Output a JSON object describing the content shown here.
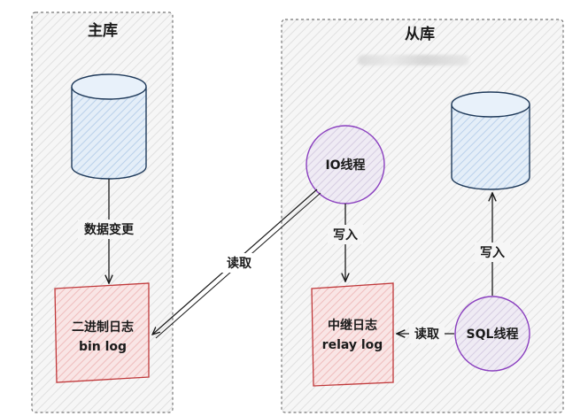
{
  "master": {
    "title": "主库",
    "edge_label": "数据变更",
    "binlog_line1": "二进制日志",
    "binlog_line2": "bin log"
  },
  "slave": {
    "title": "从库",
    "io_thread": "IO线程",
    "sql_thread": "SQL线程",
    "relay_line1": "中继日志",
    "relay_line2": "relay log",
    "io_to_relay_label": "写入",
    "sql_to_db_label": "写入",
    "sql_to_relay_label": "读取"
  },
  "cross_label": "读取",
  "colors": {
    "db_fill": "#dbe8f5",
    "db_stroke": "#1f3a5a",
    "thread_fill": "#ece6f2",
    "thread_stroke": "#8a3fbf",
    "log_fill": "#f6dcdc",
    "log_stroke": "#c0393b",
    "panel_bg": "#f5f5f5",
    "panel_border": "#777777"
  }
}
